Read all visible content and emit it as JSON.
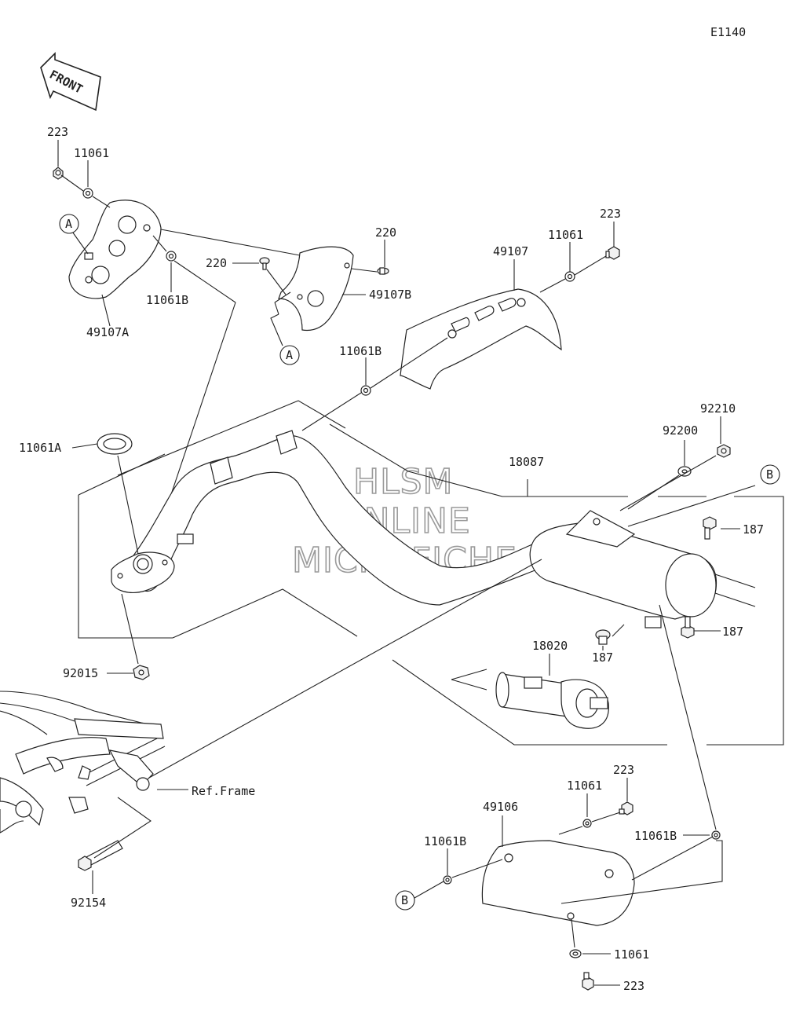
{
  "diagram_code": "E1140",
  "front_label": "FRONT",
  "watermark": [
    "HLSM",
    "ONLINE",
    "MICROFICHE"
  ],
  "callouts": {
    "A": "A",
    "B": "B"
  },
  "parts": [
    "223",
    "11061",
    "49107A",
    "11061B",
    "220",
    "220",
    "49107B",
    "49107",
    "11061",
    "223",
    "11061B",
    "11061A",
    "18087",
    "92200",
    "92210",
    "187",
    "187",
    "187",
    "18020",
    "92015",
    "Ref.Frame",
    "92154",
    "223",
    "11061",
    "49106",
    "11061B",
    "11061B",
    "11061",
    "223"
  ]
}
